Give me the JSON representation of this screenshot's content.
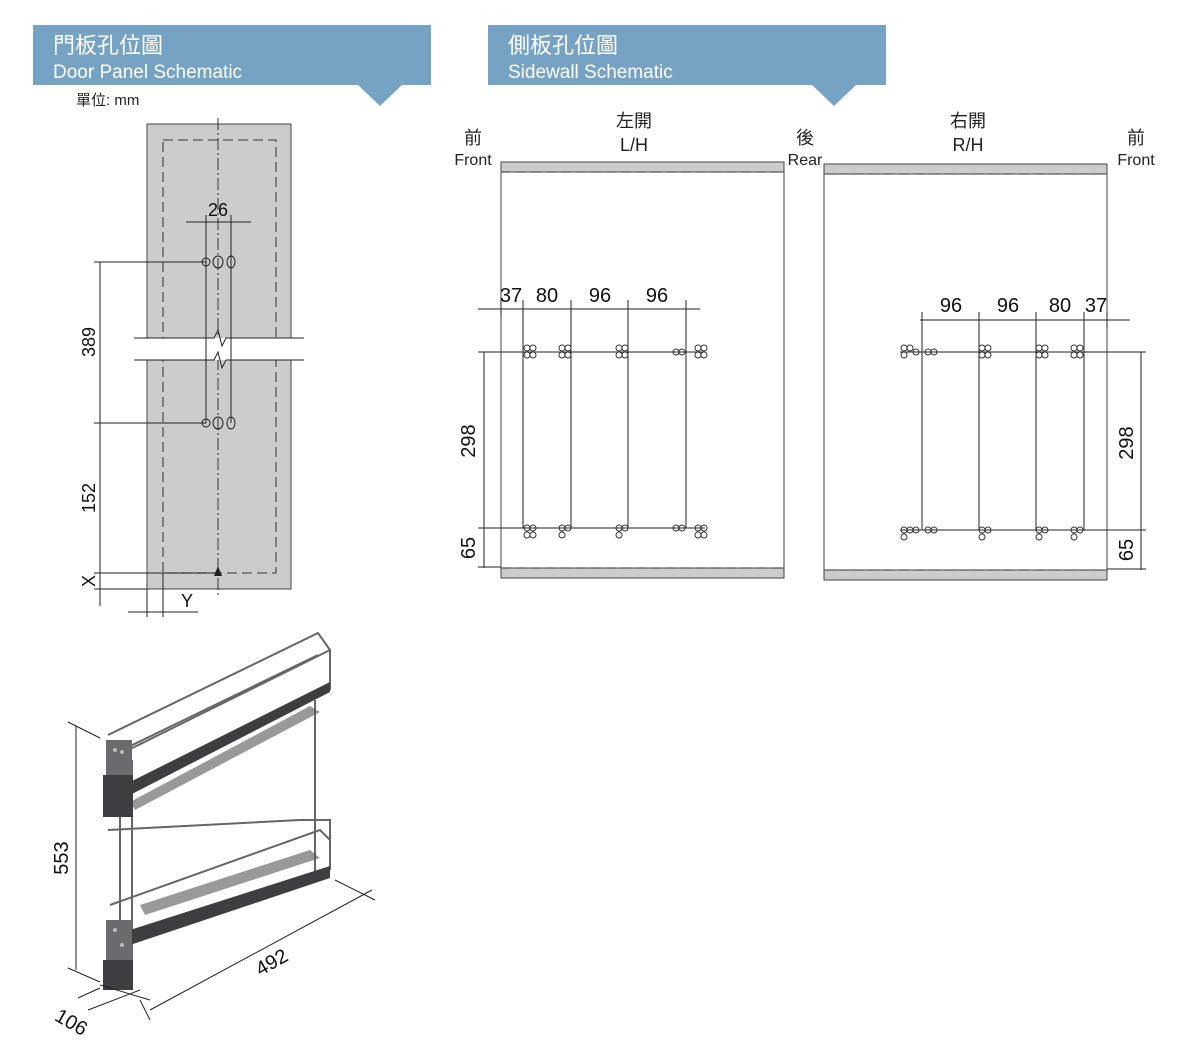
{
  "door_panel": {
    "title_cn": "門板孔位圖",
    "title_en": "Door Panel Schematic",
    "unit": "單位: mm",
    "dims": {
      "hole_spacing": "26",
      "upper": "389",
      "lower": "152",
      "x": "X",
      "y": "Y"
    }
  },
  "sidewall": {
    "title_cn": "側板孔位圖",
    "title_en": "Sidewall  Schematic",
    "left": {
      "front_cn": "前",
      "front_en": "Front",
      "open_cn": "左開",
      "open_en": "L/H",
      "rear_cn": "後",
      "rear_en": "Rear",
      "h_dims": [
        "37",
        "80",
        "96",
        "96"
      ],
      "v_dims": [
        "298",
        "65"
      ]
    },
    "right": {
      "open_cn": "右開",
      "open_en": "R/H",
      "front_cn": "前",
      "front_en": "Front",
      "h_dims": [
        "96",
        "96",
        "80",
        "37"
      ],
      "v_dims": [
        "298",
        "65"
      ]
    }
  },
  "product": {
    "dims": {
      "height": "553",
      "depth": "492",
      "width": "106"
    }
  },
  "colors": {
    "header": "#76a3c4",
    "panel": "#cccccc",
    "shelf": "#3e3e40"
  }
}
